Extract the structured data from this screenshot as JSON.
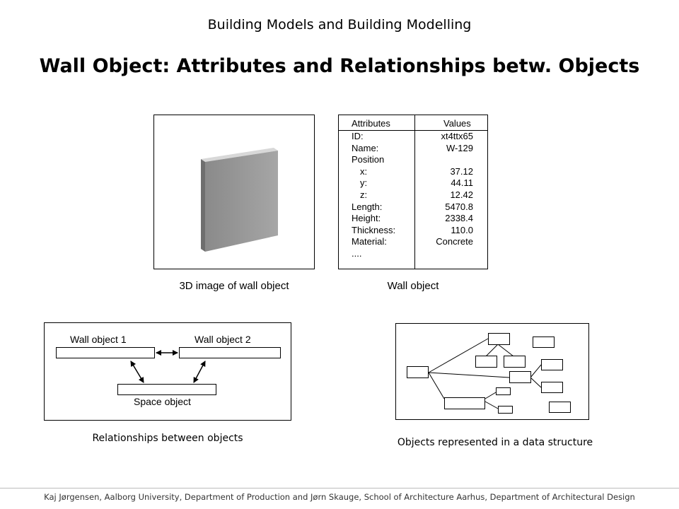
{
  "header": {
    "subtitle": "Building Models and Building Modelling",
    "title": "Wall Object: Attributes and Relationships betw. Objects"
  },
  "image_panel": {
    "caption": "3D image of wall object"
  },
  "attribute_table": {
    "caption": "Wall object",
    "headers": {
      "attributes": "Attributes",
      "values": "Values"
    },
    "rows": [
      {
        "attr": "ID:",
        "value": "xt4ttx65"
      },
      {
        "attr": "Name:",
        "value": "W-129"
      },
      {
        "attr": "Position",
        "value": ""
      },
      {
        "attr": "x:",
        "value": "37.12"
      },
      {
        "attr": "y:",
        "value": "44.11"
      },
      {
        "attr": "z:",
        "value": "12.42"
      },
      {
        "attr": "Length:",
        "value": "5470.8"
      },
      {
        "attr": "Height:",
        "value": "2338.4"
      },
      {
        "attr": "Thickness:",
        "value": "110.0"
      },
      {
        "attr": "Material:",
        "value": "Concrete"
      },
      {
        "attr": "....",
        "value": ""
      }
    ]
  },
  "relationships": {
    "caption": "Relationships between objects",
    "wall1": "Wall object 1",
    "wall2": "Wall object 2",
    "space": "Space object"
  },
  "data_structure": {
    "caption": "Objects represented in a data structure"
  },
  "footer": {
    "text": "Kaj Jørgensen, Aalborg University, Department of Production and Jørn Skauge, School of Architecture Aarhus, Department of Architectural Design"
  }
}
